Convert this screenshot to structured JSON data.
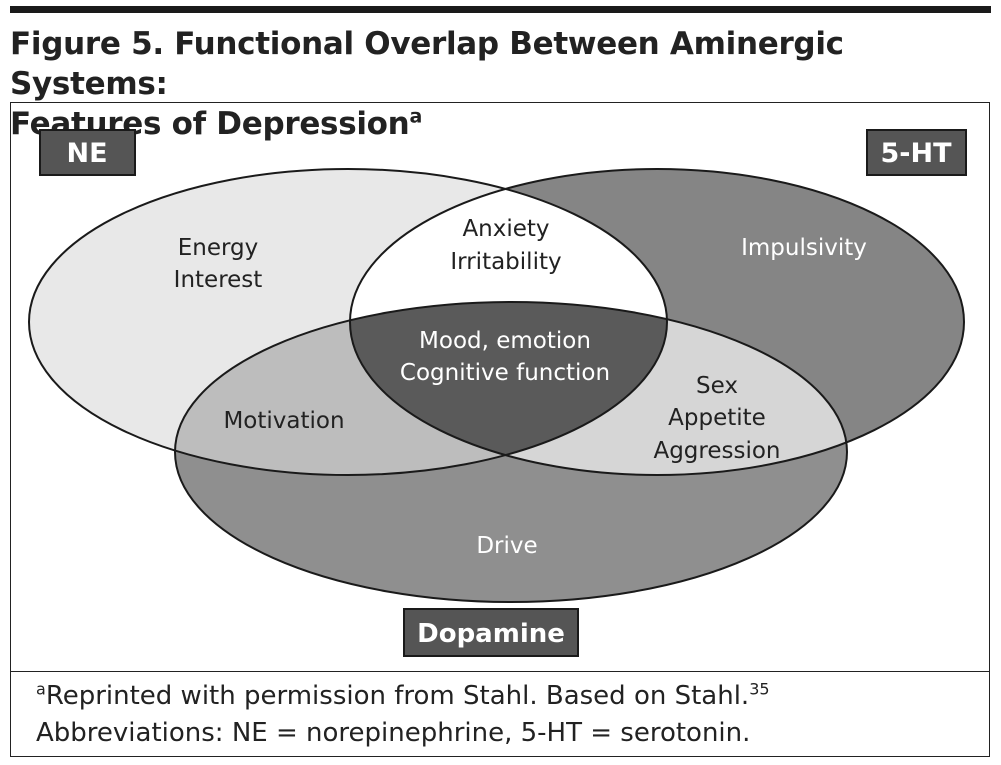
{
  "figure": {
    "title_line1": "Figure 5. Functional Overlap Between Aminergic Systems:",
    "title_line2": "Features of Depression",
    "title_superscript": "a"
  },
  "systems": {
    "ne": {
      "label": "NE"
    },
    "serotonin": {
      "label": "5-HT"
    },
    "dopamine": {
      "label": "Dopamine"
    }
  },
  "regions": {
    "ne_only": [
      "Energy",
      "Interest"
    ],
    "ne_serotonin": [
      "Anxiety",
      "Irritability"
    ],
    "serotonin_only": [
      "Impulsivity"
    ],
    "all_three": [
      "Mood, emotion",
      "Cognitive function"
    ],
    "ne_dopamine": [
      "Motivation"
    ],
    "serotonin_dopamine": [
      "Sex",
      "Appetite",
      "Aggression"
    ],
    "dopamine_only": [
      "Drive"
    ]
  },
  "footnote": {
    "marker": "a",
    "line1": "Reprinted with permission from Stahl. Based on Stahl.",
    "line1_ref": "35",
    "line2": "Abbreviations: NE = norepinephrine, 5-HT = serotonin."
  },
  "colors": {
    "ne_only": "#e8e8e8",
    "serotonin_only": "#858585",
    "dopamine_only": "#8f8f8f",
    "ne_serotonin": "#ffffff",
    "ne_dopamine": "#bdbdbd",
    "serotonin_dopamine": "#d6d6d6",
    "all_three": "#5a5a5a",
    "label_box": "#555555",
    "outline": "#1a1a1a"
  }
}
